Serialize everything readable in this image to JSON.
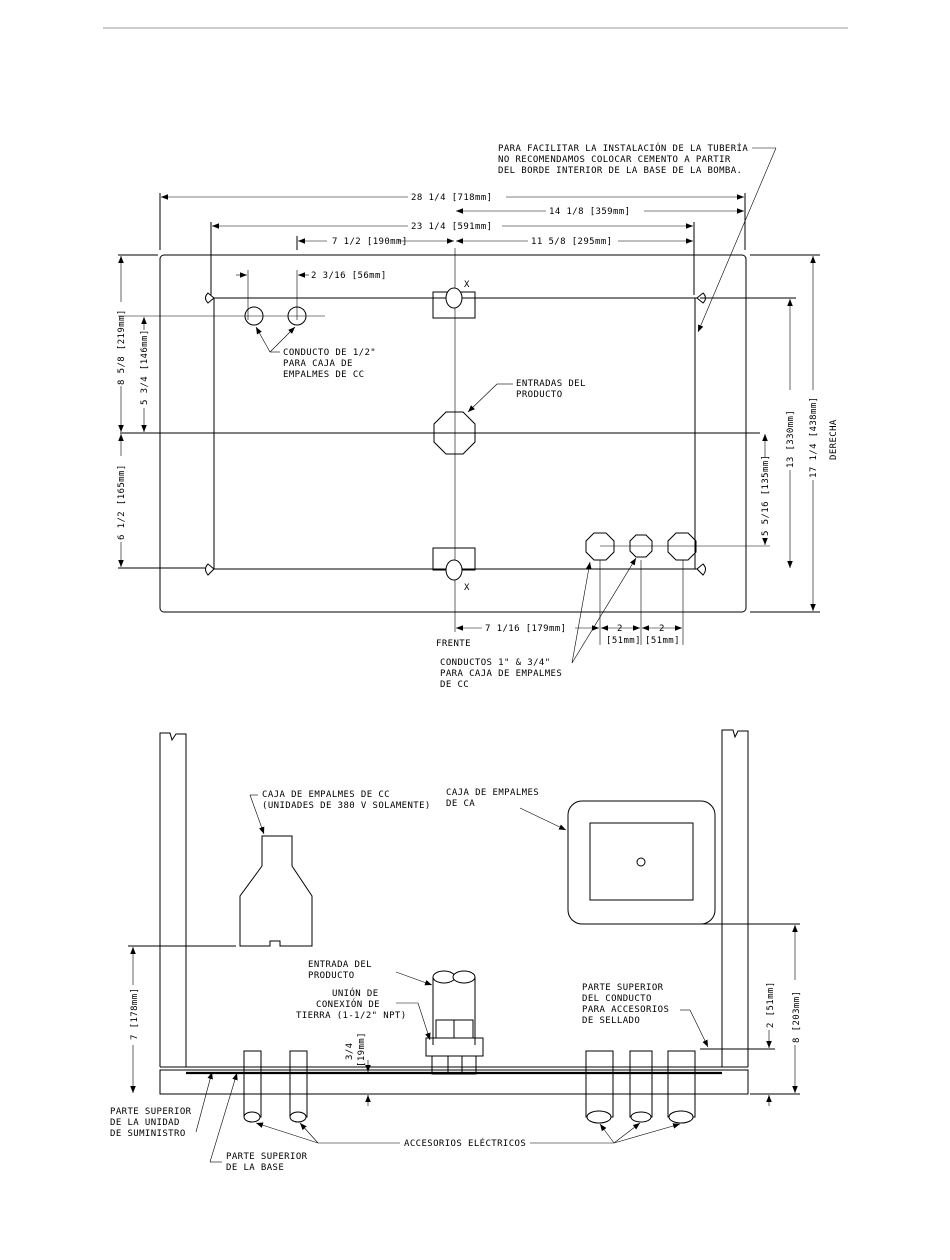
{
  "top_view": {
    "note_pipe": [
      "PARA FACILITAR LA INSTALACIÓN DE LA TUBERÍA",
      "NO RECOMENDAMOS COLOCAR CEMENTO A PARTIR",
      "DEL BORDE INTERIOR DE LA BASE DE LA BOMBA."
    ],
    "dim_overall_width": "28 1/4 [718mm]",
    "dim_14_1_8": "14 1/8 [359mm]",
    "dim_23_1_4": "23 1/4 [591mm]",
    "dim_7_1_2": "7 1/2 [190mm]",
    "dim_11_5_8": "11 5/8 [295mm]",
    "dim_2_3_16": "2 3/16 [56mm]",
    "dim_8_5_8": "8 5/8 [219mm]",
    "dim_5_3_4": "5 3/4 [146mm]",
    "dim_6_1_2": "6 1/2 [165mm]",
    "dim_5_5_16": "5 5/16 [135mm]",
    "dim_13": "13 [330mm]",
    "dim_17_1_4": "17 1/4 [438mm]",
    "dim_7_1_16": "7 1/16 [179mm]",
    "dim_2_num": "2",
    "dim_51mm": "[51mm]",
    "marker_x": "X",
    "label_conduit_half": [
      "CONDUCTO DE 1/2\"",
      "PARA CAJA DE",
      "EMPALMES DE CC"
    ],
    "label_product_entry": [
      "ENTRADAS DEL",
      "PRODUCTO"
    ],
    "label_front": "FRENTE",
    "label_right": "DERECHA",
    "label_conduits_1_3_4": [
      "CONDUCTOS 1\" & 3/4\"",
      "PARA CAJA DE EMPALMES",
      "DE CC"
    ]
  },
  "side_view": {
    "label_cc_box": [
      "CAJA DE EMPALMES DE CC",
      "(UNIDADES DE 380 V SOLAMENTE)"
    ],
    "label_ca_box": [
      "CAJA DE EMPALMES",
      "DE CA"
    ],
    "label_product_entry": [
      "ENTRADA DEL",
      "PRODUCTO"
    ],
    "label_ground_union": [
      "UNIÓN DE",
      "CONEXIÓN DE",
      "TIERRA (1-1/2\" NPT)"
    ],
    "label_conduit_top": [
      "PARTE SUPERIOR",
      "DEL CONDUCTO",
      "PARA ACCESORIOS",
      "DE SELLADO"
    ],
    "label_supply_top": [
      "PARTE SUPERIOR",
      "DE LA UNIDAD",
      "DE SUMINISTRO"
    ],
    "label_base_top": [
      "PARTE SUPERIOR",
      "DE LA BASE"
    ],
    "label_electrical_fittings": "ACCESORIOS ELÉCTRICOS",
    "dim_7": "7 [178mm]",
    "dim_3_4": "3/4",
    "dim_19mm": "[19mm]",
    "dim_2": "2 [51mm]",
    "dim_8": "8 [203mm]"
  }
}
